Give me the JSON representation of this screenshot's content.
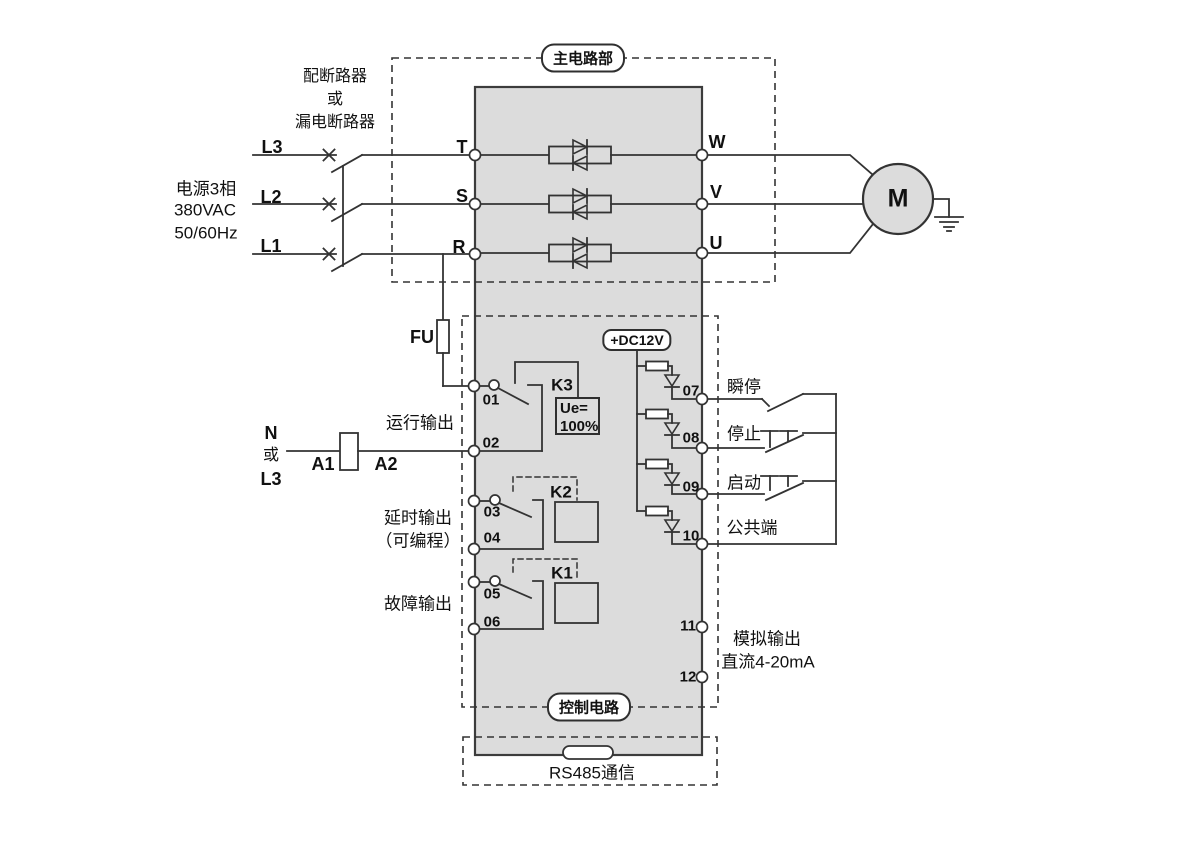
{
  "diagram": {
    "sections": {
      "main_circuit": "主电路部",
      "control_circuit": "控制电路",
      "rs485_comm": "RS485通信"
    },
    "power": {
      "source_lines": [
        "电源3相",
        "380VAC",
        "50/60Hz"
      ],
      "phases": [
        "L3",
        "L2",
        "L1"
      ],
      "breaker_note": [
        "配断路器",
        "或",
        "漏电断路器"
      ]
    },
    "main_terminals": {
      "inputs": [
        "T",
        "S",
        "R"
      ],
      "outputs": [
        "W",
        "V",
        "U"
      ]
    },
    "motor_label": "M",
    "fuse_label": "FU",
    "dc12v_label": "+DC12V",
    "relays": {
      "k3": "K3",
      "k3_setting": [
        "Ue=",
        "100%"
      ],
      "k2": "K2",
      "k1": "K1"
    },
    "terminal_numbers": [
      "01",
      "02",
      "03",
      "04",
      "05",
      "06",
      "07",
      "08",
      "09",
      "10",
      "11",
      "12"
    ],
    "relay_outputs": {
      "run": "运行输出",
      "delay": "延时输出",
      "delay_note": "（可编程）",
      "fault": "故障输出"
    },
    "neutral": {
      "lines": [
        "N",
        "或",
        "L3"
      ],
      "a1": "A1",
      "a2": "A2"
    },
    "control_buttons": {
      "instant_stop": "瞬停",
      "stop": "停止",
      "start": "启动",
      "common": "公共端"
    },
    "analog_output": {
      "line1": "模拟输出",
      "line2": "直流4-20mA"
    },
    "colors": {
      "module_fill": "#dcdcdc",
      "line": "#333333",
      "background": "#ffffff"
    }
  }
}
